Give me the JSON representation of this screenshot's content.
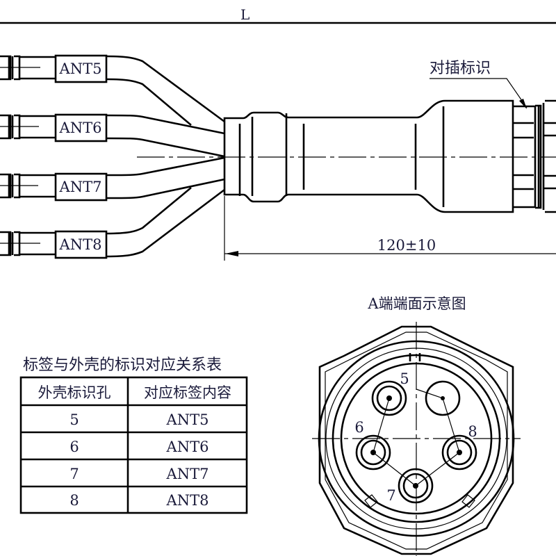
{
  "top_view": {
    "dimension_L": "L",
    "labels": [
      "ANT5",
      "ANT6",
      "ANT7",
      "ANT8"
    ],
    "mating_mark": "对插标识",
    "boot_length": "120±10"
  },
  "end_view": {
    "title": "A端端面示意图",
    "pins": [
      "5",
      "6",
      "7",
      "8"
    ]
  },
  "table": {
    "title": "标签与外壳的标识对应关系表",
    "headers": [
      "外壳标识孔",
      "对应标签内容"
    ],
    "rows": [
      [
        "5",
        "ANT5"
      ],
      [
        "6",
        "ANT6"
      ],
      [
        "7",
        "ANT7"
      ],
      [
        "8",
        "ANT8"
      ]
    ]
  }
}
